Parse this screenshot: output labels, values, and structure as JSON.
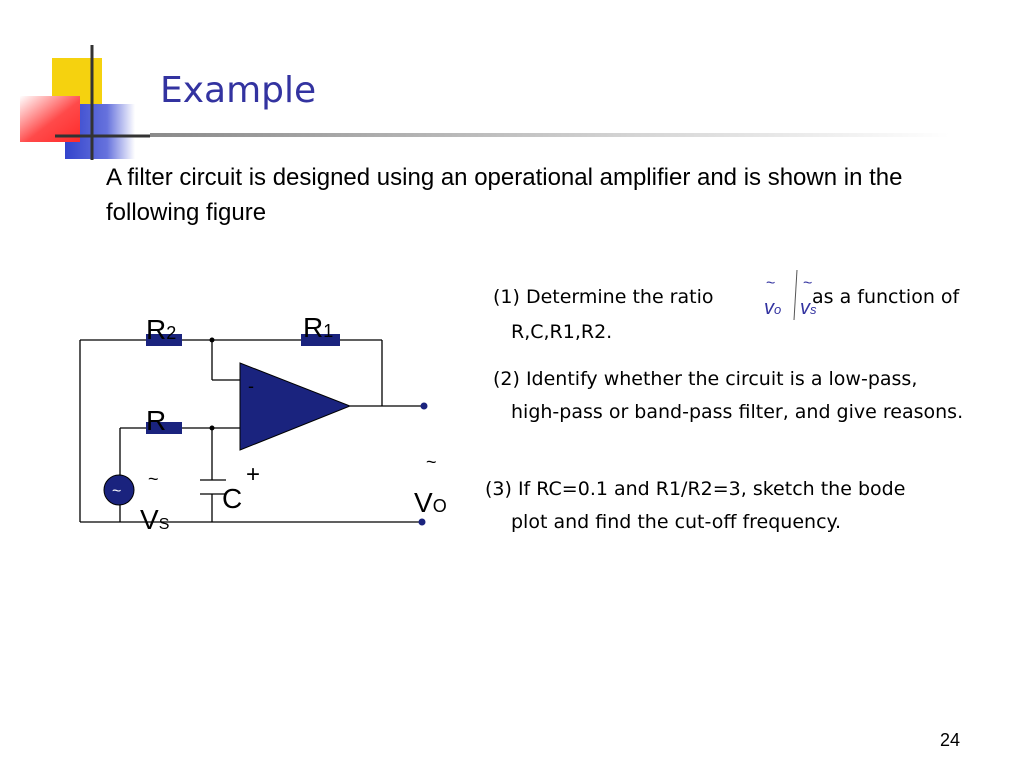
{
  "slide": {
    "title": "Example",
    "intro": "A filter circuit is designed using an operational amplifier and is shown in the following figure",
    "page_number": "24"
  },
  "questions": {
    "q1_a": "(1)  Determine the ratio",
    "q1_b": "as a function of",
    "q1_c": "R,C,R1,R2.",
    "q2_a": "(2)  Identify whether the circuit is a low-pass,",
    "q2_b": "high-pass or band-pass filter, and give reasons.",
    "q3_a": "(3)  If RC=0.1 and R1/R2=3, sketch the bode",
    "q3_b": "plot and find the cut-off frequency."
  },
  "ratio": {
    "tilde": "~",
    "numerator": "v",
    "numerator_sub": "o",
    "denominator": "v",
    "denominator_sub": "s"
  },
  "circuit": {
    "r2_label": "R",
    "r2_sub": "2",
    "r1_label": "R",
    "r1_sub": "1",
    "r_label": "R",
    "c_label": "C",
    "plus": "+",
    "minus": "-",
    "vs_tilde": "~",
    "vs_label": "V",
    "vs_sub": "S",
    "vo_tilde": "~",
    "vo_label": "V",
    "vo_sub": "O",
    "source_symbol": "~"
  },
  "colors": {
    "title": "#3333a0",
    "component_fill": "#1a237e",
    "deco_yellow": "#f5d20f",
    "deco_red": "#ff4a4a",
    "deco_blue": "#3344cc"
  }
}
